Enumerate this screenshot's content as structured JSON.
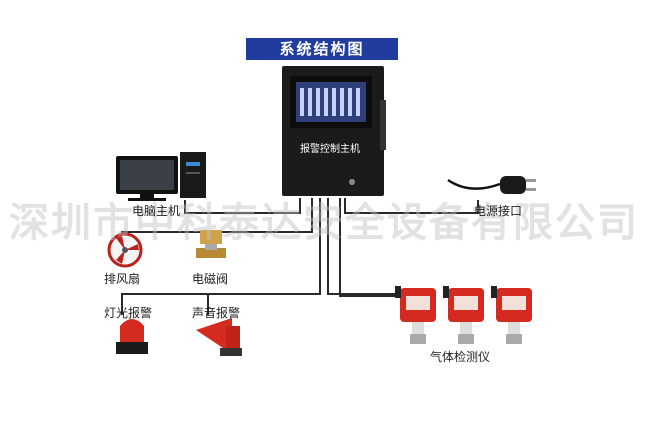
{
  "title": "系统结构图",
  "watermark": "深圳市中科泰达安全设备有限公司",
  "controller": {
    "label": "报警控制主机"
  },
  "labels": {
    "computer": "电脑主机",
    "power": "电源接口",
    "fan": "排风扇",
    "valve": "电磁阀",
    "light_alarm": "灯光报警",
    "sound_alarm": "声音报警",
    "detectors": "气体检测仪"
  },
  "colors": {
    "banner": "#1f3c9e",
    "detector_red": "#d42a1f",
    "line": "#2a2a2a"
  }
}
